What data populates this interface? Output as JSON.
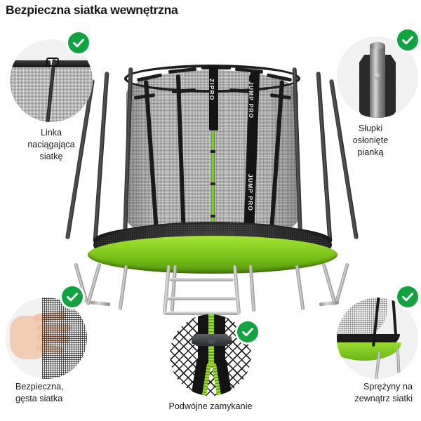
{
  "header": {
    "title": "Bezpieczna siatka wewnętrzna"
  },
  "product": {
    "brand_top": "ZIPRO",
    "brand_strap": "JUMP PRO",
    "alt": "Trampolina z siatką wewnętrzną"
  },
  "badge": {
    "icon": "check-circle-icon",
    "color": "#10a33f",
    "mark_color": "#ffffff"
  },
  "colors": {
    "accent_green": "#8ad022",
    "badge_green": "#10a33f",
    "frame_dark": "#1d1d1d",
    "background": "#ffffff",
    "text": "#1b1b1b"
  },
  "features": [
    {
      "id": "cord",
      "position": "top-left",
      "label": "Linka\nnaciągająca\nsiatkę",
      "icon": "check-circle-icon"
    },
    {
      "id": "foam-poles",
      "position": "top-right",
      "label": "Słupki\nosłonięte\npianką",
      "icon": "check-circle-icon"
    },
    {
      "id": "dense-net",
      "position": "bottom-left",
      "label": "Bezpieczna,\ngęsta siatka",
      "icon": "check-circle-icon"
    },
    {
      "id": "double-closure",
      "position": "bottom-center",
      "label": "Podwójne zamykanie",
      "icon": "check-circle-icon"
    },
    {
      "id": "outer-springs",
      "position": "bottom-right",
      "label": "Sprężyny na\nzewnątrz siatki",
      "icon": "check-circle-icon"
    }
  ]
}
